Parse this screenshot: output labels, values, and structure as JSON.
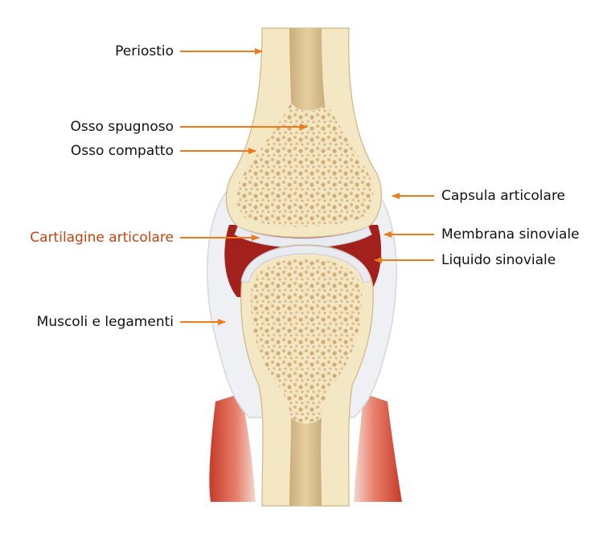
{
  "labels": {
    "periostio": "Periostio",
    "osso_spugnoso": "Osso spugnoso",
    "osso_compatto": "Osso compatto",
    "cartilagine_articolare": "Cartilagine articolare",
    "muscoli_legamenti": "Muscoli e legamenti",
    "capsula_articolare": "Capsula articolare",
    "membrana_sinoviale": "Membrana sinoviale",
    "liquido_sinoviale": "Liquido sinoviale"
  },
  "colors": {
    "arrow": "#f07a1a",
    "highlight_label": "#c0440f",
    "bone": "#f3e7c4",
    "marrow": "#d9bf8c",
    "spongy": "#e9d3a6",
    "synovial": "#a2211d",
    "cartilage": "#e9ebf1",
    "capsule": "#eef0f3",
    "muscle": "#d9503e"
  }
}
